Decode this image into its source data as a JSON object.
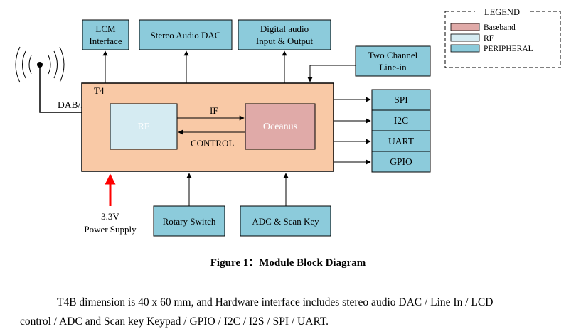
{
  "diagram": {
    "antenna_label": "DAB/FM",
    "module_label": "T4",
    "rf_label": "RF",
    "oceanus_label": "Oceanus",
    "if_label": "IF",
    "control_label": "CONTROL",
    "top_blocks": {
      "lcm_line1": "LCM",
      "lcm_line2": "Interface",
      "dac": "Stereo Audio DAC",
      "digital_line1": "Digital audio",
      "digital_line2": "Input & Output"
    },
    "line_in_line1": "Two Channel",
    "line_in_line2": "Line-in",
    "right_blocks": [
      "SPI",
      "I2C",
      "UART",
      "GPIO"
    ],
    "bottom_blocks": {
      "rotary": "Rotary Switch",
      "adc": "ADC & Scan Key"
    },
    "power_line1": "3.3V",
    "power_line2": "Power Supply",
    "legend": {
      "title": "LEGEND",
      "items": [
        {
          "label": "Baseband",
          "color": "#e0aaa8"
        },
        {
          "label": "RF",
          "color": "#d5ebf2"
        },
        {
          "label": "PERIPHERAL",
          "color": "#8ccbdb"
        }
      ]
    },
    "colors": {
      "module": "#f9c9a6",
      "peripheral": "#8ccbdb",
      "rf": "#d5ebf2",
      "baseband": "#e0aaa8",
      "power_arrow": "#ff0000"
    }
  },
  "caption": "Figure 1：Module Block Diagram",
  "paragraph": {
    "line1": "T4B dimension is 40 x 60 mm, and Hardware interface includes stereo audio DAC / Line In / LCD",
    "line2": "control / ADC and Scan key Keypad / GPIO / I2C / I2S / SPI / UART."
  }
}
